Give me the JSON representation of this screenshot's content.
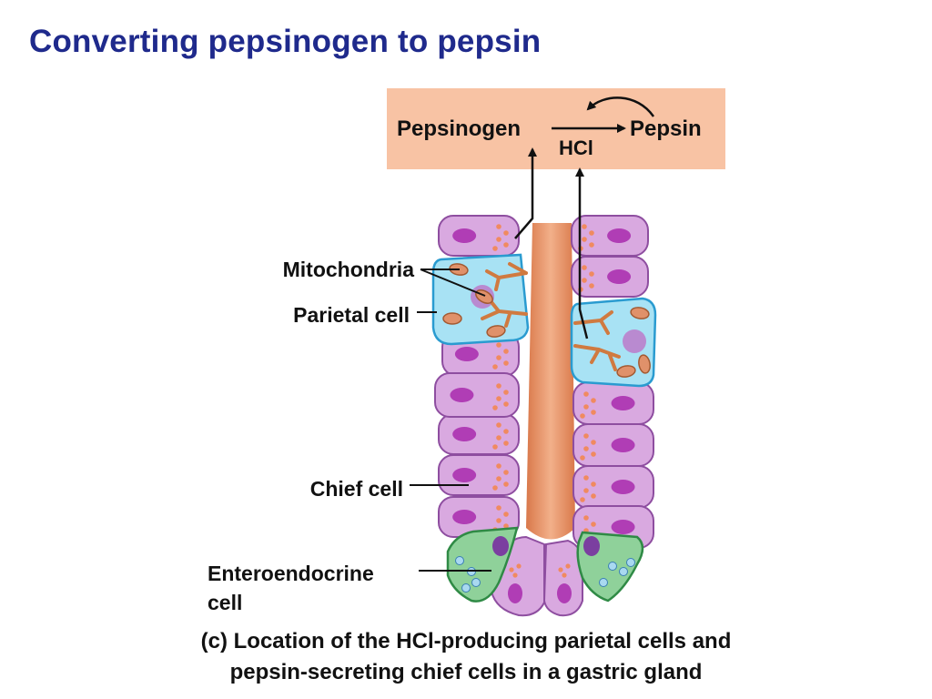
{
  "title": "Converting pepsinogen to pepsin",
  "reaction": {
    "reactant": "Pepsinogen",
    "product": "Pepsin",
    "catalyst": "HCl"
  },
  "labels": {
    "mitochondria": "Mitochondria",
    "parietal_cell": "Parietal cell",
    "chief_cell": "Chief cell",
    "enteroendocrine_line1": "Enteroendocrine",
    "enteroendocrine_line2": "cell"
  },
  "caption": {
    "line1": "(c) Location of the HCl-producing parietal cells and",
    "line2": "pepsin-secreting chief cells in a gastric gland"
  },
  "colors": {
    "title": "#1f2a8c",
    "reaction_box": "#f8c3a4",
    "chief_cell_fill": "#d9a9e0",
    "chief_cell_stroke": "#8e4ea0",
    "chief_nucleus": "#b03db5",
    "parietal_fill": "#a8e2f4",
    "parietal_stroke": "#2a9bd0",
    "enteroendocrine_fill": "#8fd19a",
    "enteroendocrine_stroke": "#2f8a45",
    "lumen": "#e89a6a",
    "granules": "#f08a60"
  }
}
